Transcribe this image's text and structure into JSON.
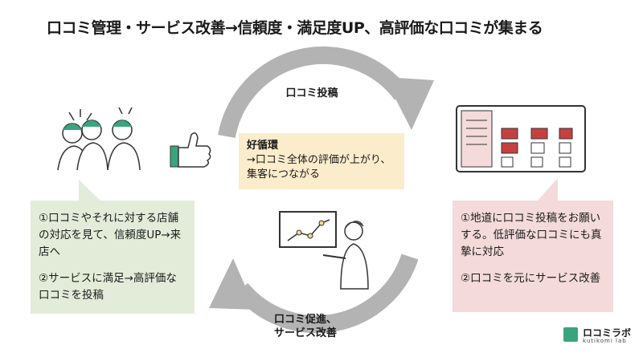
{
  "title": "口コミ管理・サービス改善→信頼度・満足度UP、高評価な口コミが集まる",
  "cycle": {
    "top_label": "口コミ投稿",
    "bottom_label_line1": "口コミ促進、",
    "bottom_label_line2": "サービス改善",
    "arrow_color": "#b3b3b3"
  },
  "center": {
    "heading": "好循環",
    "body": "→口コミ全体の評価が上がり、 集客につながる",
    "bg_color": "#fbeccb"
  },
  "left_callout": {
    "p1": "①口コミやそれに対する店舗の対応を見て、信頼度UP→来店へ",
    "p2": "②サービスに満足→高評価な口コミを投稿",
    "bg_color": "#e3ecd9"
  },
  "right_callout": {
    "p1": "①地道に口コミ投稿をお願いする。低評価な口コミにも真摯に対応",
    "p2": "②口コミを元にサービス改善",
    "bg_color": "#f4dada"
  },
  "logo": {
    "name": "ロコミラボ",
    "sub": "kutikomi lab",
    "color": "#3aa57d"
  },
  "icons": [
    "people-group-icon",
    "thumbs-up-icon",
    "review-screen-icon",
    "presenter-chart-icon"
  ]
}
